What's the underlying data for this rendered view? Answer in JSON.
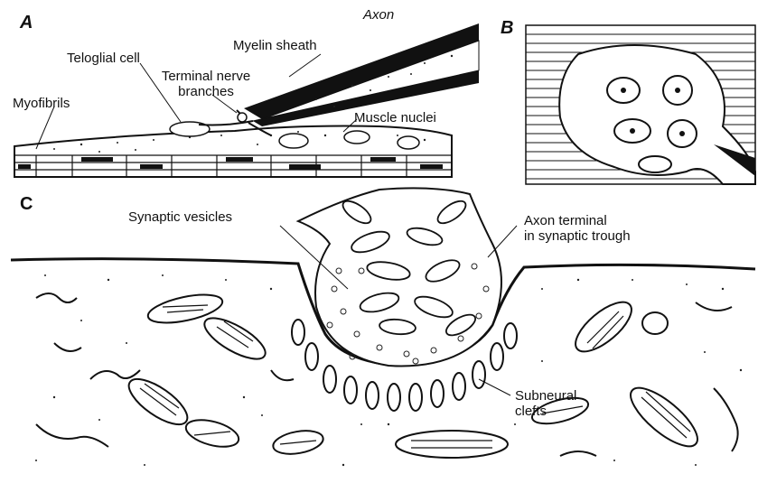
{
  "panels": {
    "a": {
      "letter": "A",
      "labels": {
        "axon": "Axon",
        "myelin_sheath": "Myelin sheath",
        "teloglial_cell": "Teloglial cell",
        "terminal_nerve_line1": "Terminal nerve",
        "terminal_nerve_line2": "branches",
        "myofibrils": "Myofibrils",
        "muscle_nuclei": "Muscle nuclei"
      }
    },
    "b": {
      "letter": "B"
    },
    "c": {
      "letter": "C",
      "labels": {
        "synaptic_vesicles": "Synaptic vesicles",
        "axon_terminal_line1": "Axon terminal",
        "axon_terminal_line2": "in synaptic trough",
        "subneural_line1": "Subneural",
        "subneural_line2": "clefts"
      }
    }
  },
  "colors": {
    "ink": "#111111",
    "background": "#ffffff"
  }
}
